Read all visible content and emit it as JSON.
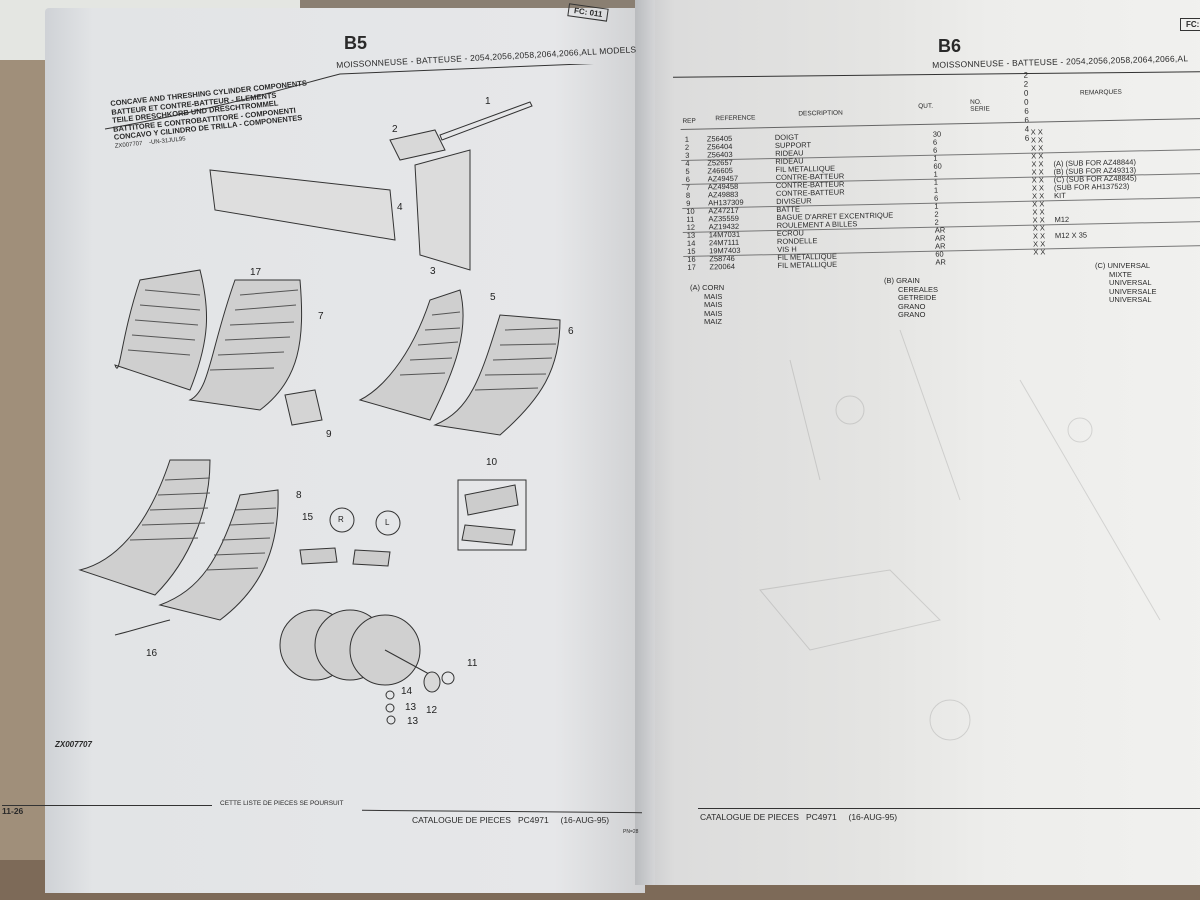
{
  "left_page": {
    "fc_code": "FC: 011",
    "section": "B5",
    "subtitle": "MOISSONNEUSE - BATTEUSE - 2054,2056,2058,2064,2066,ALL MODELS",
    "titles": [
      "CONCAVE AND THRESHING CYLINDER COMPONENTS",
      "BATTEUR ET CONTRE-BATTEUR - ELEMENTS",
      "TEILE DRESCHKORB UND DRESCHTROMMEL",
      "BATTITORE E CONTROBATTITORE - COMPONENTI",
      "CONCAVO Y CILINDRO DE TRILLA - COMPONENTES"
    ],
    "illustration_code": "ZX007707",
    "illustration_date": "-UN-31JUL95",
    "callouts": [
      "1",
      "2",
      "3",
      "4",
      "5",
      "6",
      "7",
      "8",
      "9",
      "10",
      "11",
      "12",
      "13",
      "13",
      "14",
      "15",
      "16",
      "17",
      "R",
      "L"
    ],
    "figure_code": "ZX007707",
    "page_number": "11-26",
    "continue_note": "CETTE LISTE DE PIECES SE POURSUIT",
    "footer": "CATALOGUE DE PIECES   PC4971     (16-AUG-95)",
    "pn": "PN=28"
  },
  "right_page": {
    "fc_code": "FC:",
    "section": "B6",
    "subtitle": "MOISSONNEUSE - BATTEUSE - 2054,2056,2058,2064,2066,AL",
    "headers": {
      "rep": "REP",
      "reference": "REFERENCE",
      "description": "DESCRIPTION",
      "qty": "QUT.",
      "serial": "NO. SERIE",
      "models": [
        "2 2",
        "0 0",
        "6 6",
        "4 6"
      ],
      "remarks": "REMARQUES"
    },
    "rows": [
      {
        "rep": "1",
        "ref": "Z56405",
        "desc": "DOIGT",
        "qty": "30",
        "x": "X X",
        "remark": ""
      },
      {
        "rep": "2",
        "ref": "Z56404",
        "desc": "SUPPORT",
        "qty": "6",
        "x": "X X",
        "remark": ""
      },
      {
        "rep": "3",
        "ref": "Z56403",
        "desc": "RIDEAU",
        "qty": "6",
        "x": "X X",
        "remark": ""
      },
      {
        "rep": "4",
        "ref": "Z52657",
        "desc": "RIDEAU",
        "qty": "1",
        "x": "X X",
        "remark": ""
      },
      {
        "rep": "5",
        "ref": "Z46605",
        "desc": "FIL METALLIQUE",
        "qty": "60",
        "x": "X X",
        "remark": "(A) (SUB FOR AZ48844)"
      },
      {
        "rep": "6",
        "ref": "AZ49457",
        "desc": "CONTRE-BATTEUR",
        "qty": "1",
        "x": "X X",
        "remark": "(B) (SUB FOR AZ49313)"
      },
      {
        "rep": "7",
        "ref": "AZ49458",
        "desc": "CONTRE-BATTEUR",
        "qty": "1",
        "x": "X X",
        "remark": "(C) (SUB FOR AZ48845)"
      },
      {
        "rep": "8",
        "ref": "AZ49883",
        "desc": "CONTRE-BATTEUR",
        "qty": "1",
        "x": "X X",
        "remark": "(SUB FOR AH137523)"
      },
      {
        "rep": "9",
        "ref": "AH137309",
        "desc": "DIVISEUR",
        "qty": "6",
        "x": "X X",
        "remark": "KIT"
      },
      {
        "rep": "10",
        "ref": "AZ47217",
        "desc": "BATTE",
        "qty": "1",
        "x": "X X",
        "remark": ""
      },
      {
        "rep": "11",
        "ref": "AZ35559",
        "desc": "BAGUE D'ARRET EXCENTRIQUE",
        "qty": "2",
        "x": "X X",
        "remark": ""
      },
      {
        "rep": "12",
        "ref": "AZ19432",
        "desc": "ROULEMENT A BILLES",
        "qty": "2",
        "x": "X X",
        "remark": "M12"
      },
      {
        "rep": "13",
        "ref": "14M7031",
        "desc": "ECROU",
        "qty": "AR",
        "x": "X X",
        "remark": ""
      },
      {
        "rep": "14",
        "ref": "24M7111",
        "desc": "RONDELLE",
        "qty": "AR",
        "x": "X X",
        "remark": "M12 X 35"
      },
      {
        "rep": "15",
        "ref": "19M7403",
        "desc": "VIS H",
        "qty": "AR",
        "x": "X X",
        "remark": ""
      },
      {
        "rep": "16",
        "ref": "Z58746",
        "desc": "FIL METALLIQUE",
        "qty": "60",
        "x": "X X",
        "remark": ""
      },
      {
        "rep": "17",
        "ref": "Z20064",
        "desc": "FIL METALLIQUE",
        "qty": "AR",
        "x": "",
        "remark": ""
      }
    ],
    "notes": {
      "a": [
        "(A) CORN",
        "MAIS",
        "MAIS",
        "MAIS",
        "MAIZ"
      ],
      "b": [
        "(B) GRAIN",
        "CEREALES",
        "GETREIDE",
        "GRANO",
        "GRANO"
      ],
      "c": [
        "(C) UNIVERSAL",
        "MIXTE",
        "UNIVERSAL",
        "UNIVERSALE",
        "UNIVERSAL"
      ]
    },
    "footer": "CATALOGUE DE PIECES   PC4971     (16-AUG-95)"
  }
}
